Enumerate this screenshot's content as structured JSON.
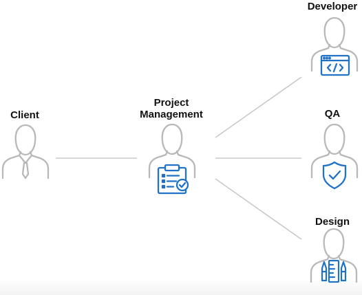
{
  "nodes": {
    "client": {
      "label": "Client"
    },
    "project_management": {
      "label_line1": "Project",
      "label_line2": "Management"
    },
    "developer": {
      "label": "Developer"
    },
    "qa": {
      "label": "QA"
    },
    "design": {
      "label": "Design"
    }
  },
  "colors": {
    "person_outline": "#b8b8b8",
    "connector": "#c8c8c8",
    "accent_icon": "#1f72c6",
    "label_text": "#111111"
  },
  "icons": {
    "client": "person-with-tie-icon",
    "project_management": "clipboard-checklist-icon",
    "developer": "code-window-icon",
    "qa": "shield-check-icon",
    "design": "ruler-and-brush-icon"
  }
}
